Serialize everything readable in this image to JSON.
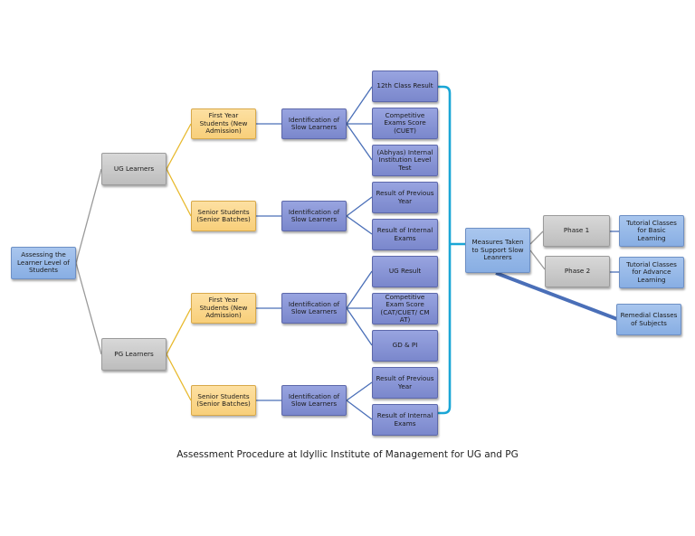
{
  "root": "Assessing the Learner Level of Students",
  "ug": {
    "label": "UG Learners",
    "first_year": "First Year Students (New Admission)",
    "first_year_ident": "Identification of Slow Learners",
    "first_year_items": [
      "12th Class Result",
      "Competitive Exams Score (CUET)",
      "(Abhyas) Internal Institution Level Test"
    ],
    "senior": "Senior Students (Senior Batches)",
    "senior_ident": "Identification of Slow Learners",
    "senior_items": [
      "Result of Previous Year",
      "Result of Internal Exams"
    ]
  },
  "pg": {
    "label": "PG Learners",
    "first_year": "First Year Students (New Admission)",
    "first_year_ident": "Identification of Slow Learners",
    "first_year_items": [
      "UG Result",
      "Competitive Exam Score (CAT/CUET/ CM AT)",
      "GD & PI"
    ],
    "senior": "Senior Students (Senior Batches)",
    "senior_ident": "Identification of Slow Learners",
    "senior_items": [
      "Result of Previous Year",
      "Result of Internal Exams"
    ]
  },
  "measures": {
    "label": "Measures Taken to Support Slow Leanrers",
    "phase1": "Phase 1",
    "phase1_detail": "Tutorial Classes for Basic Learning",
    "phase2": "Phase 2",
    "phase2_detail": "Tutorial Classes for Advance Learning",
    "remedial": "Remedial Classes of Subjects"
  },
  "caption": "Assessment Procedure at Idyllic Institute of Management for UG and PG",
  "colors": {
    "blue_box": "#9dbde9",
    "purple_box": "#8894d6",
    "gray_box": "#c9c9c9",
    "yellow_box": "#fbd68e",
    "gray_line": "#9a9a9a",
    "yellow_line": "#e8b92c",
    "blue_line": "#4a6fb8",
    "cyan_bracket": "#1aa6d6"
  }
}
